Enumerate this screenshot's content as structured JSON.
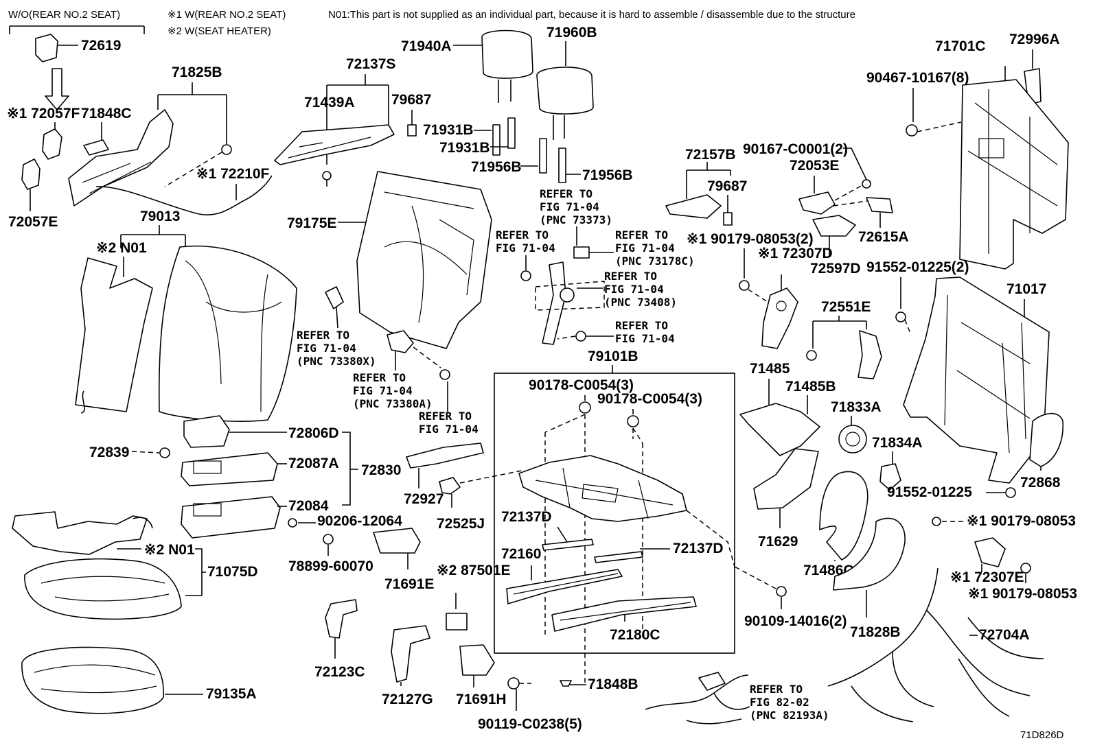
{
  "header": {
    "wo_label": "W/O(REAR NO.2 SEAT)",
    "note1": "※1 W(REAR NO.2 SEAT)",
    "note2": "※2 W(SEAT HEATER)",
    "n01_note": "N01:This part is not supplied as an individual part, because it is hard to assemble / disassemble due to the structure"
  },
  "labels": {
    "p72619": "72619",
    "p72057F": "※1 72057F",
    "p71848C": "71848C",
    "p72057E": "72057E",
    "p71825B": "71825B",
    "p72210F": "※1 72210F",
    "p72137S": "72137S",
    "p71439A": "71439A",
    "p79687a": "79687",
    "p71940A": "71940A",
    "p71960B": "71960B",
    "p71931Ba": "71931B",
    "p71931Bb": "71931B",
    "p71956Ba": "71956B",
    "p71956Bb": "71956B",
    "p79013": "79013",
    "pN01a": "※2 N01",
    "p79175E": "79175E",
    "p72806D": "72806D",
    "p72839": "72839",
    "p72087A": "72087A",
    "p72830": "72830",
    "p72084": "72084",
    "p90206": "90206-12064",
    "p78899": "78899-60070",
    "pN01b": "※2 N01",
    "p71075D": "71075D",
    "p79135A": "79135A",
    "p72123C": "72123C",
    "p72127G": "72127G",
    "p71691E": "71691E",
    "p87501E": "※2 87501E",
    "p71691H": "71691H",
    "p90119": "90119-C0238(5)",
    "p72927": "72927",
    "p72525J": "72525J",
    "p79101B": "79101B",
    "p90178a": "90178-C0054(3)",
    "p90178b": "90178-C0054(3)",
    "p72137Da": "72137D",
    "p72160": "72160",
    "p72137Db": "72137D",
    "p72180C": "72180C",
    "p71848B": "71848B",
    "p72157B": "72157B",
    "p79687b": "79687",
    "p90179a": "※1 90179-08053(2)",
    "p72053E": "72053E",
    "p90167": "90167-C0001(2)",
    "p72615A": "72615A",
    "p72597D": "72597D",
    "p72307D": "※1 72307D",
    "p72551E": "72551E",
    "p71485": "71485",
    "p71485B": "71485B",
    "p71833A": "71833A",
    "p71834A": "71834A",
    "p71629": "71629",
    "p71486C": "71486C",
    "p71828B": "71828B",
    "p72704A": "72704A",
    "p90109": "90109-14016(2)",
    "p71701C": "71701C",
    "p72996A": "72996A",
    "p90467": "90467-10167(8)",
    "p91552a": "91552-01225(2)",
    "p71017": "71017",
    "p72868": "72868",
    "p91552b": "91552-01225",
    "p90179b": "※1 90179-08053",
    "p72307E": "※1 72307E",
    "p90179c": "※1 90179-08053",
    "diagram_code": "71D826D"
  },
  "refers": {
    "r1": [
      "REFER TO",
      "FIG 71-04",
      "(PNC 73373)"
    ],
    "r2": [
      "REFER TO",
      "FIG 71-04"
    ],
    "r3": [
      "REFER TO",
      "FIG 71-04",
      "(PNC 73178C)"
    ],
    "r4": [
      "REFER TO",
      "FIG 71-04",
      "(PNC 73408)"
    ],
    "r5": [
      "REFER TO",
      "FIG 71-04"
    ],
    "r6": [
      "REFER TO",
      "FIG 71-04",
      "(PNC 73380X)"
    ],
    "r7": [
      "REFER TO",
      "FIG 71-04",
      "(PNC 73380A)"
    ],
    "r8": [
      "REFER TO",
      "FIG 71-04"
    ],
    "r9": [
      "REFER TO",
      "FIG 82-02",
      "(PNC 82193A)"
    ]
  }
}
